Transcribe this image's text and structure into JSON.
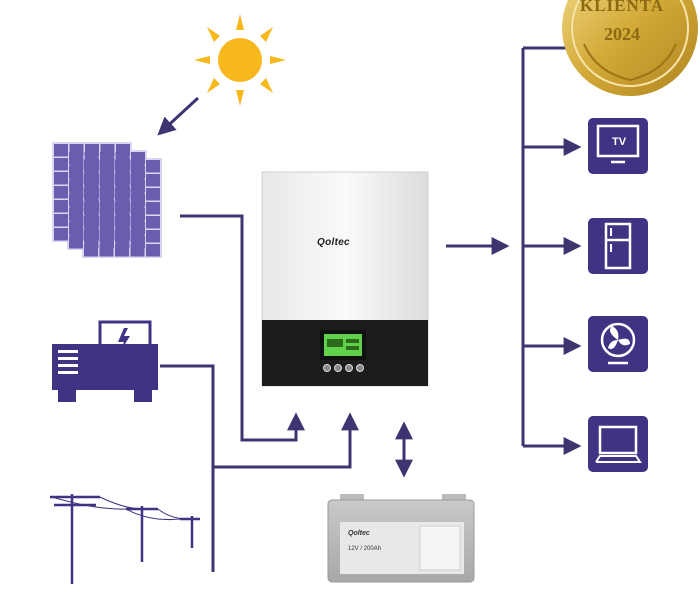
{
  "colors": {
    "line": "#3d3470",
    "icon_fill": "#3f3384",
    "panel_cell": "#6a5db0",
    "sun": "#f6b81c",
    "medal": "#d8b24a"
  },
  "inverter": {
    "brand": "Qoltec"
  },
  "battery": {
    "brand": "Qoltec",
    "spec": "12V / 200Ah"
  },
  "medal": {
    "line1": "KLIENTA",
    "line2": "2024"
  },
  "loads": {
    "tv_label": "TV"
  },
  "icons": [
    "sun-icon",
    "solar-panel-icon",
    "generator-icon",
    "power-line-icon",
    "tv-icon",
    "fridge-icon",
    "fan-icon",
    "laptop-icon",
    "battery-icon",
    "medal-icon"
  ]
}
